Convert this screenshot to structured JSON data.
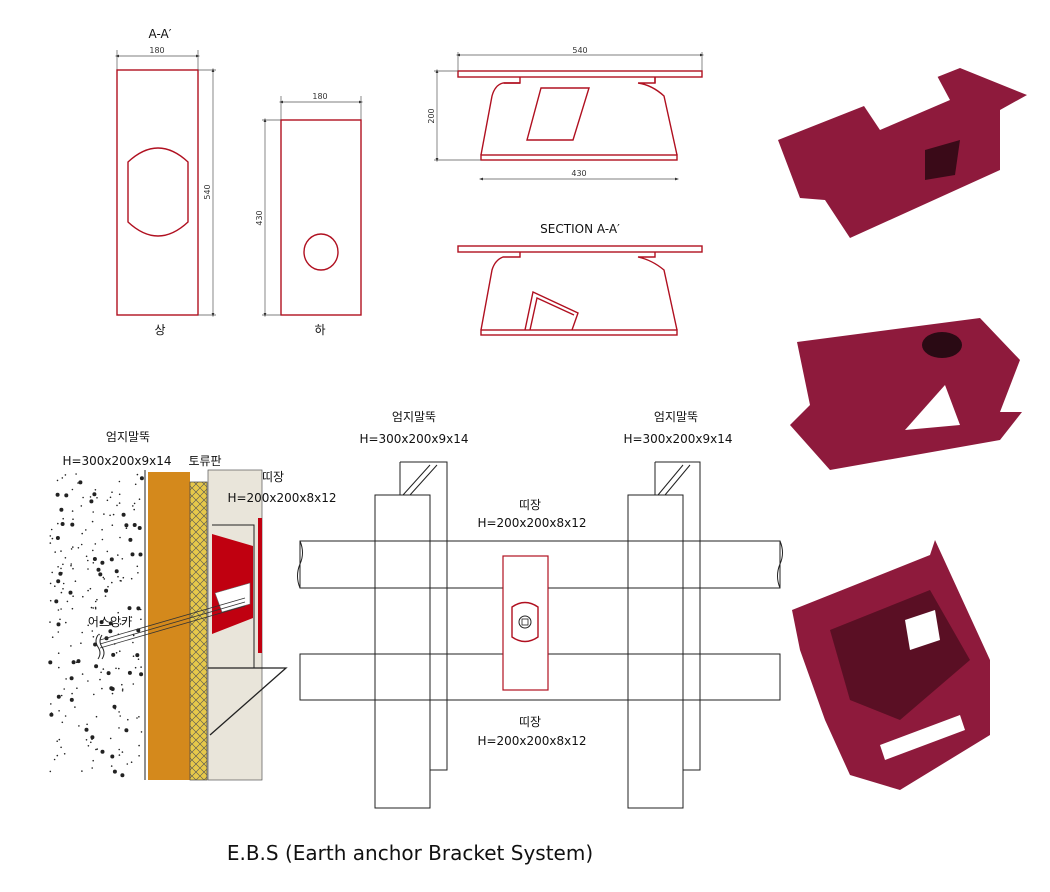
{
  "top_drawings": {
    "view1": {
      "title": "A-A′",
      "width_dim": "180",
      "height_dim": "540",
      "label": "상"
    },
    "view2": {
      "width_dim": "180",
      "height_dim": "430",
      "label": "하"
    },
    "elevation": {
      "top_dim": "540",
      "height_dim": "200",
      "bottom_dim": "430"
    },
    "section": {
      "title": "SECTION  A-A′"
    }
  },
  "section_detail": {
    "pile_label": "엄지말뚝",
    "pile_spec": "H=300x200x9x14",
    "lagging_label": "토류판",
    "wale_label": "띠장",
    "wale_spec": "H=200x200x8x12",
    "anchor_label": "어스앙카"
  },
  "plan": {
    "left_pile_label": "엄지말뚝",
    "left_pile_spec": "H=300x200x9x14",
    "right_pile_label": "엄지말뚝",
    "right_pile_spec": "H=300x200x9x14",
    "upper_wale_label": "띠장",
    "upper_wale_spec": "H=200x200x8x12",
    "lower_wale_label": "띠장",
    "lower_wale_spec": "H=200x200x8x12"
  },
  "caption": "E.B.S (Earth anchor Bracket System)",
  "colors": {
    "bracket": "#b01020",
    "pile": "#d4891c",
    "lagging": "#e6c84a",
    "backfill": "#e9e5da",
    "photo": "#8e1a3c"
  }
}
